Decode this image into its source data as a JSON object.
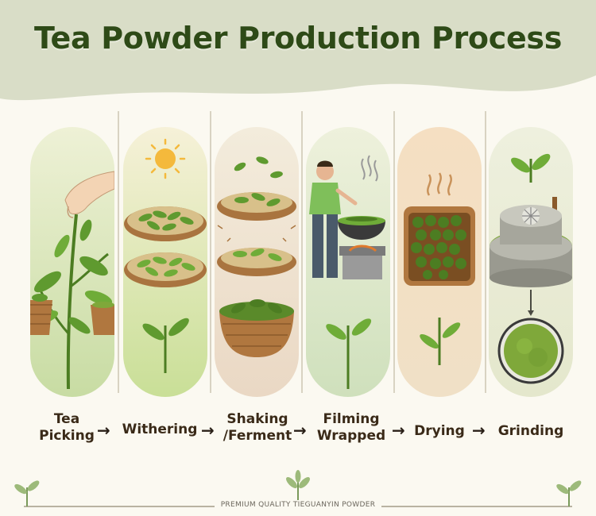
{
  "title": "Tea Powder Production Process",
  "steps": [
    {
      "lines": [
        "Tea",
        "Picking"
      ],
      "icon": "hand-picking-tea-icon"
    },
    {
      "lines": [
        "Withering"
      ],
      "icon": "sun-withering-trays-icon"
    },
    {
      "lines": [
        "Shaking",
        "/Ferment"
      ],
      "icon": "shaking-baskets-icon"
    },
    {
      "lines": [
        "Filming",
        "Wrapped"
      ],
      "icon": "wok-frying-icon"
    },
    {
      "lines": [
        "Drying"
      ],
      "icon": "drying-tea-balls-icon"
    },
    {
      "lines": [
        "Grinding"
      ],
      "icon": "stone-mill-icon"
    }
  ],
  "arrow": "→",
  "footer": "PREMIUM QUALITY TIEGUANYIN POWDER",
  "colors": {
    "title": "#2e4a17",
    "header_band": "#d9ddc7",
    "leaf": "#5f9a2f",
    "leaf_dark": "#3f6f1e",
    "basket": "#a9743f",
    "matcha": "#7fa83a"
  }
}
